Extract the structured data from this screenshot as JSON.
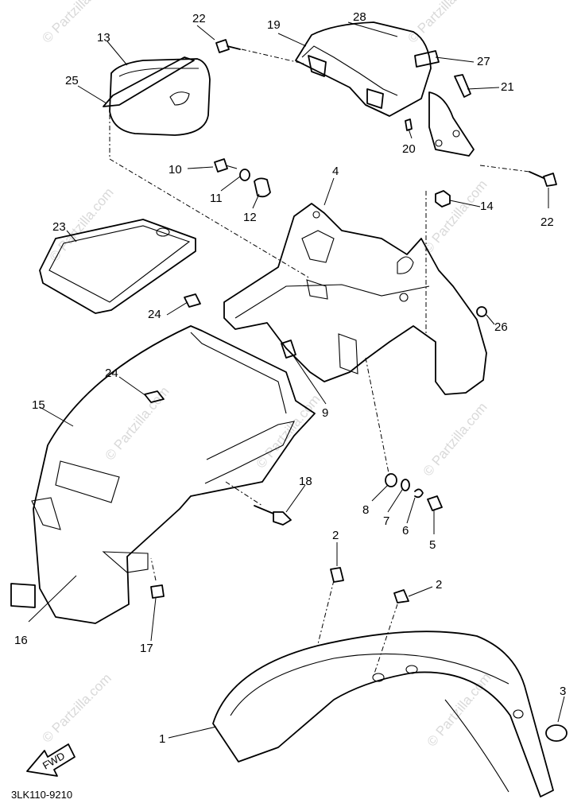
{
  "watermark": "© Partzilla.com",
  "diagram_code": "3LK110-9210",
  "direction_arrow_label": "FWD",
  "callouts": [
    "1",
    "2",
    "2",
    "3",
    "4",
    "5",
    "6",
    "7",
    "8",
    "9",
    "10",
    "11",
    "12",
    "13",
    "14",
    "15",
    "16",
    "17",
    "18",
    "19",
    "20",
    "21",
    "22",
    "22",
    "23",
    "24",
    "24",
    "25",
    "26",
    "27",
    "28"
  ]
}
